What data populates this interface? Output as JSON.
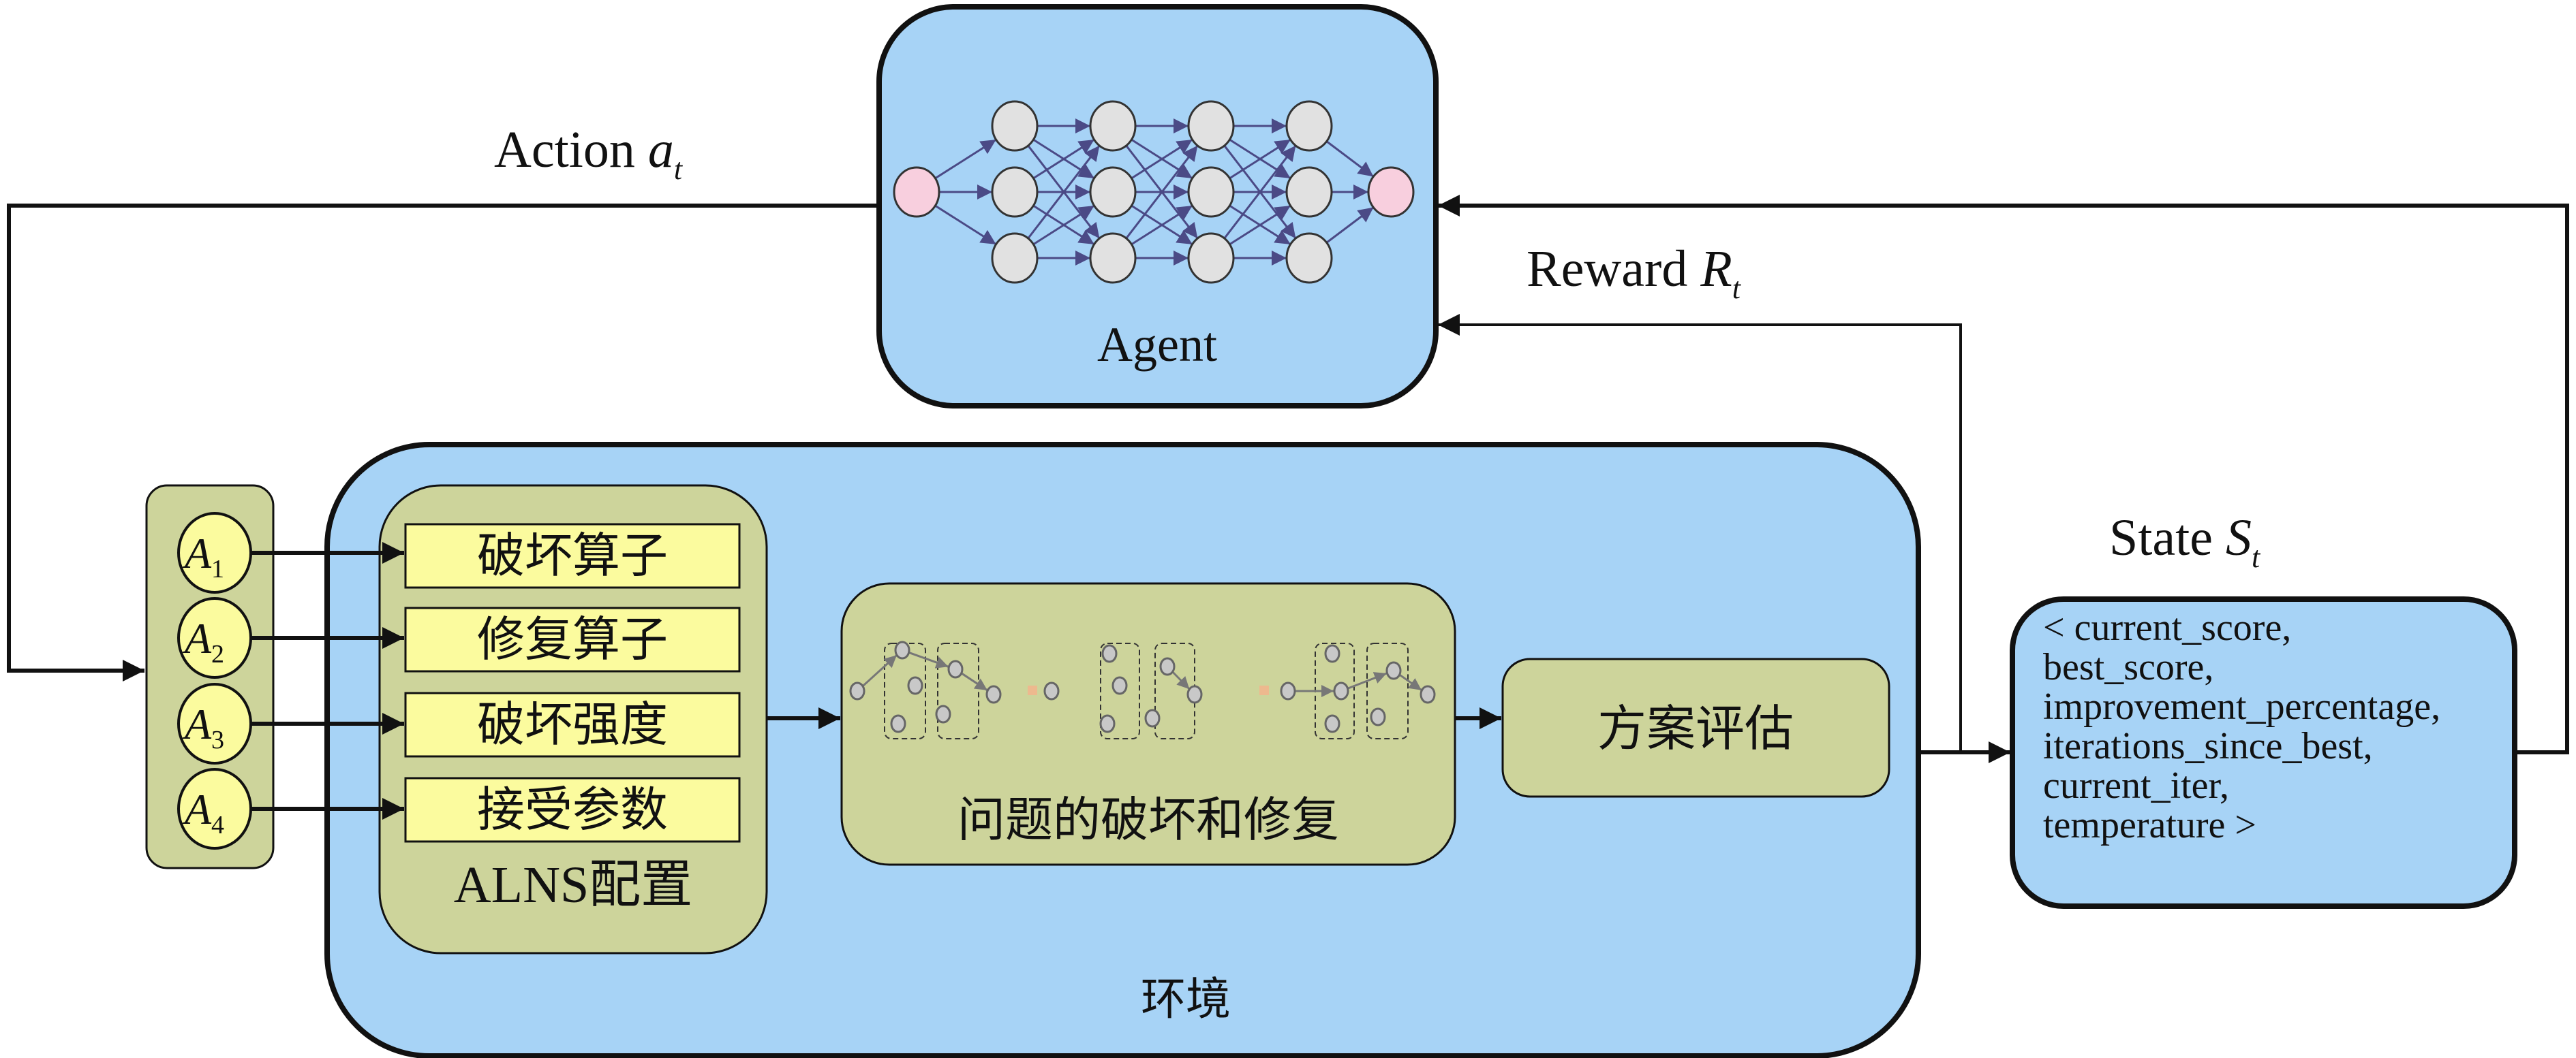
{
  "colors": {
    "box_blue": "#A7D3F6",
    "olive": "#CDD49B",
    "yellow": "#FBFB9E",
    "node_gray": "#E1E1E1",
    "node_pink": "#F8CFDE",
    "edge": "#4B4A86",
    "line": "#111111",
    "solution_node": "#C8C8C8",
    "removed_marker": "#EDB98E"
  },
  "labels": {
    "action": "Action",
    "action_sym": "a",
    "action_sub": "t",
    "reward": "Reward",
    "reward_sym": "R",
    "reward_sub": "t",
    "state": "State",
    "state_sym": "S",
    "state_sub": "t"
  },
  "agent": {
    "title": "Agent",
    "network": {
      "inputs": 1,
      "hidden_layers": 4,
      "hidden_width": 3,
      "outputs": 1
    }
  },
  "actions": {
    "items": [
      {
        "sym": "A",
        "sub": "1"
      },
      {
        "sym": "A",
        "sub": "2"
      },
      {
        "sym": "A",
        "sub": "3"
      },
      {
        "sym": "A",
        "sub": "4"
      }
    ]
  },
  "environment": {
    "title": "环境",
    "alns_config": {
      "title": "ALNS配置",
      "params": [
        "破坏算子",
        "修复算子",
        "破坏强度",
        "接受参数"
      ]
    },
    "destroy_repair": {
      "title": "问题的破坏和修复"
    },
    "evaluation": {
      "title": "方案评估"
    }
  },
  "state": {
    "lines": [
      "< current_score,",
      "best_score,",
      "improvement_percentage,",
      "iterations_since_best,",
      "current_iter,",
      "temperature >"
    ]
  }
}
